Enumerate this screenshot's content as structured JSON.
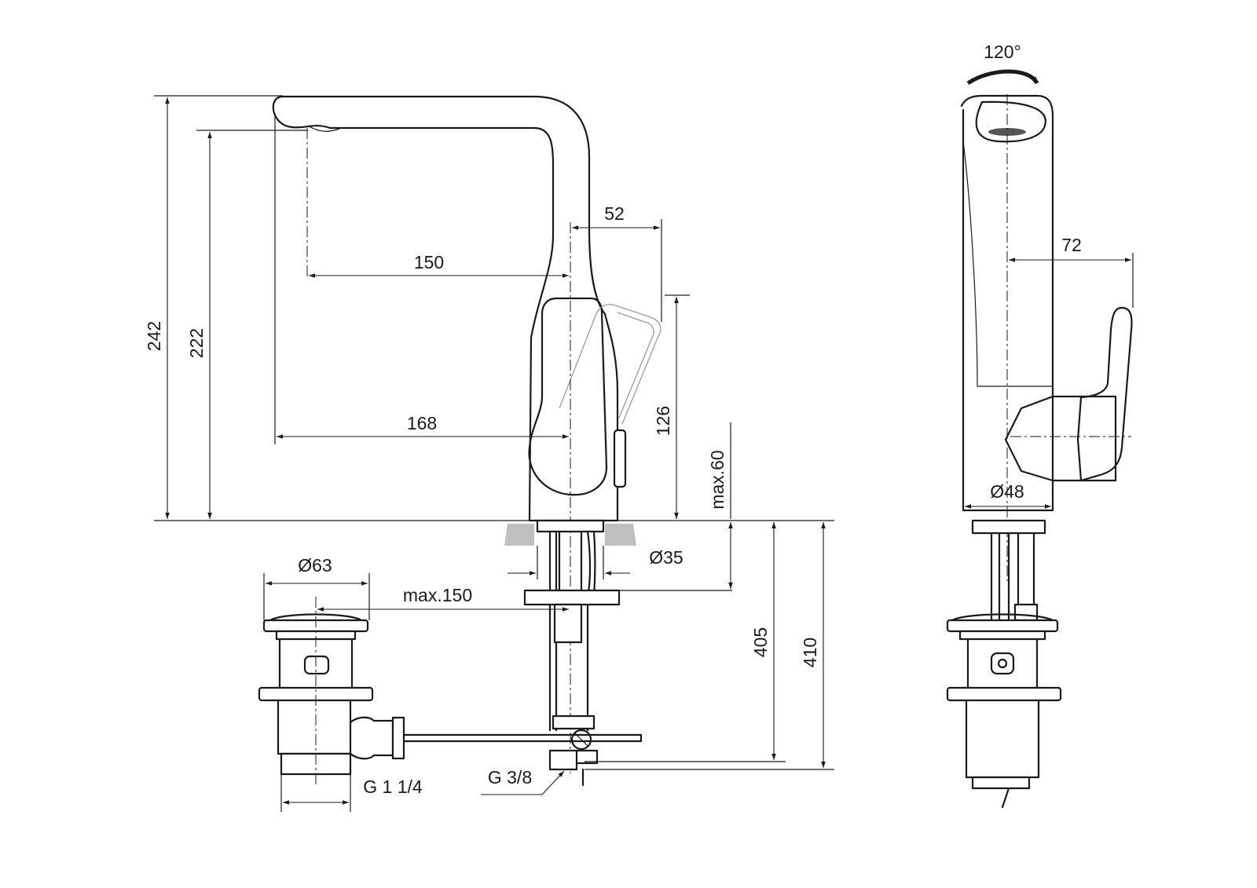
{
  "dimensions": {
    "total_height": "242",
    "spout_height": "222",
    "spout_reach_150": "150",
    "spout_reach_168": "168",
    "lever_clearance": "52",
    "lever_height": "126",
    "deck_thickness": "max.60",
    "hole_diameter": "Ø35",
    "waste_diameter": "Ø63",
    "rod_length": "max.150",
    "supply_405": "405",
    "supply_410": "410",
    "waste_thread": "G 1 1/4",
    "supply_thread": "G 3/8",
    "body_diameter": "Ø48",
    "lever_reach": "72",
    "rotation": "120°"
  }
}
